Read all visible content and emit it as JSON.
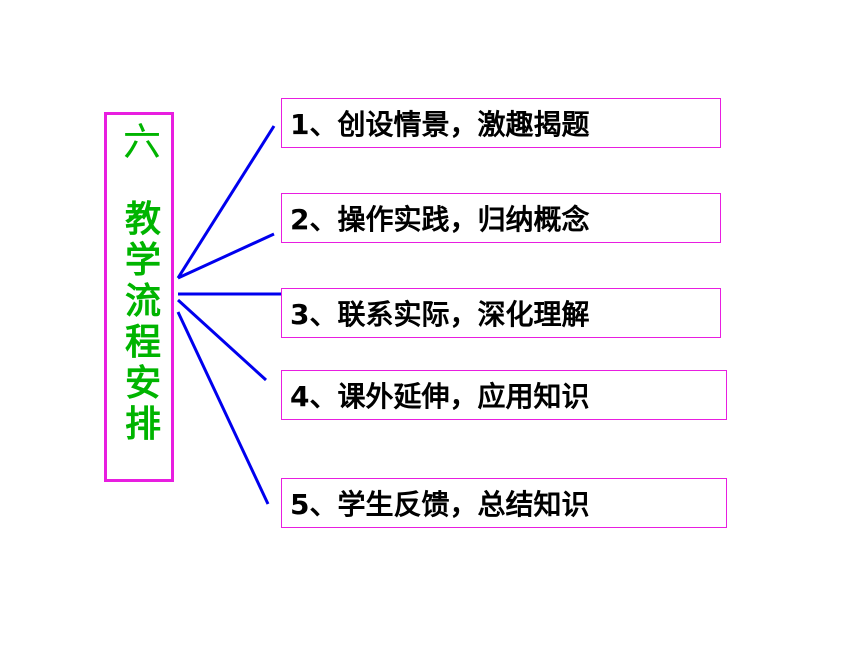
{
  "title": {
    "number": "六",
    "text": "教学流程安排"
  },
  "colors": {
    "title_text": "#00b400",
    "box_border": "#e81ee0",
    "connector": "#0000ee",
    "step_text": "#000000"
  },
  "steps": [
    {
      "label": "1、创设情景，激趣揭题"
    },
    {
      "label": "2、操作实践，归纳概念"
    },
    {
      "label": "3、联系实际，深化理解"
    },
    {
      "label": "4、课外延伸，应用知识"
    },
    {
      "label": "5、学生反馈，总结知识"
    }
  ]
}
